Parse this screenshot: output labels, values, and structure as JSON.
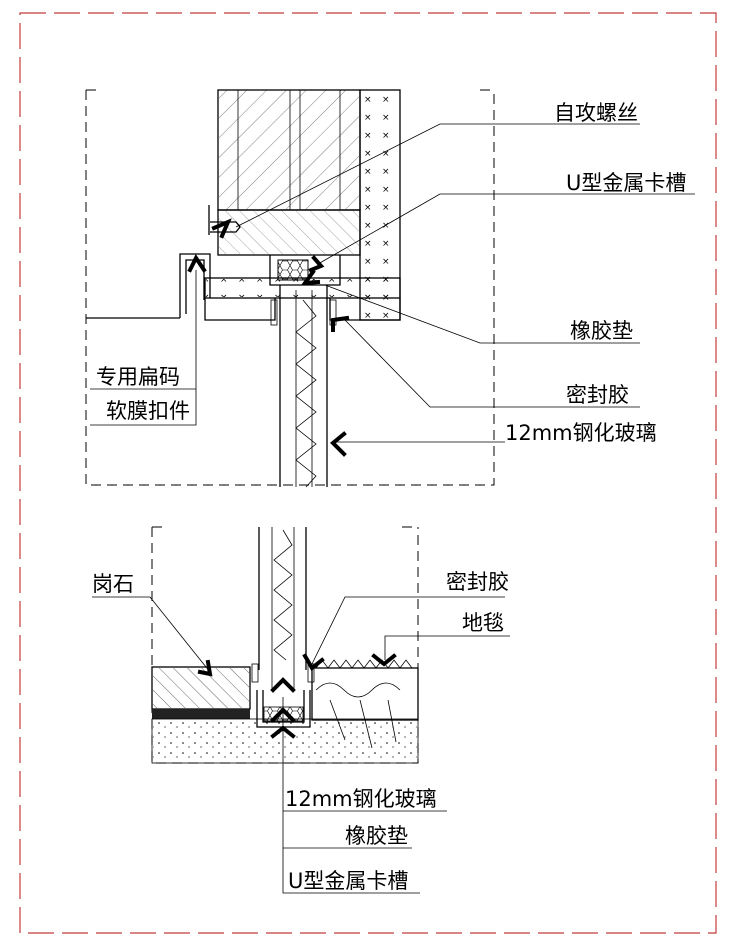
{
  "colors": {
    "frame": "#c43c3c",
    "ink": "#000000",
    "bg": "#ffffff"
  },
  "upper_detail": {
    "labels": {
      "self_tapping_screw": "自攻螺丝",
      "u_channel": "U型金属卡槽",
      "rubber_pad": "橡胶垫",
      "sealant": "密封胶",
      "glass": "12mm钢化玻璃",
      "special_bracket": "专用扁码",
      "soft_film_clip": "软膜扣件"
    }
  },
  "lower_detail": {
    "labels": {
      "granite": "岗石",
      "sealant": "密封胶",
      "carpet": "地毯",
      "glass": "12mm钢化玻璃",
      "rubber_pad": "橡胶垫",
      "u_channel": "U型金属卡槽"
    }
  }
}
